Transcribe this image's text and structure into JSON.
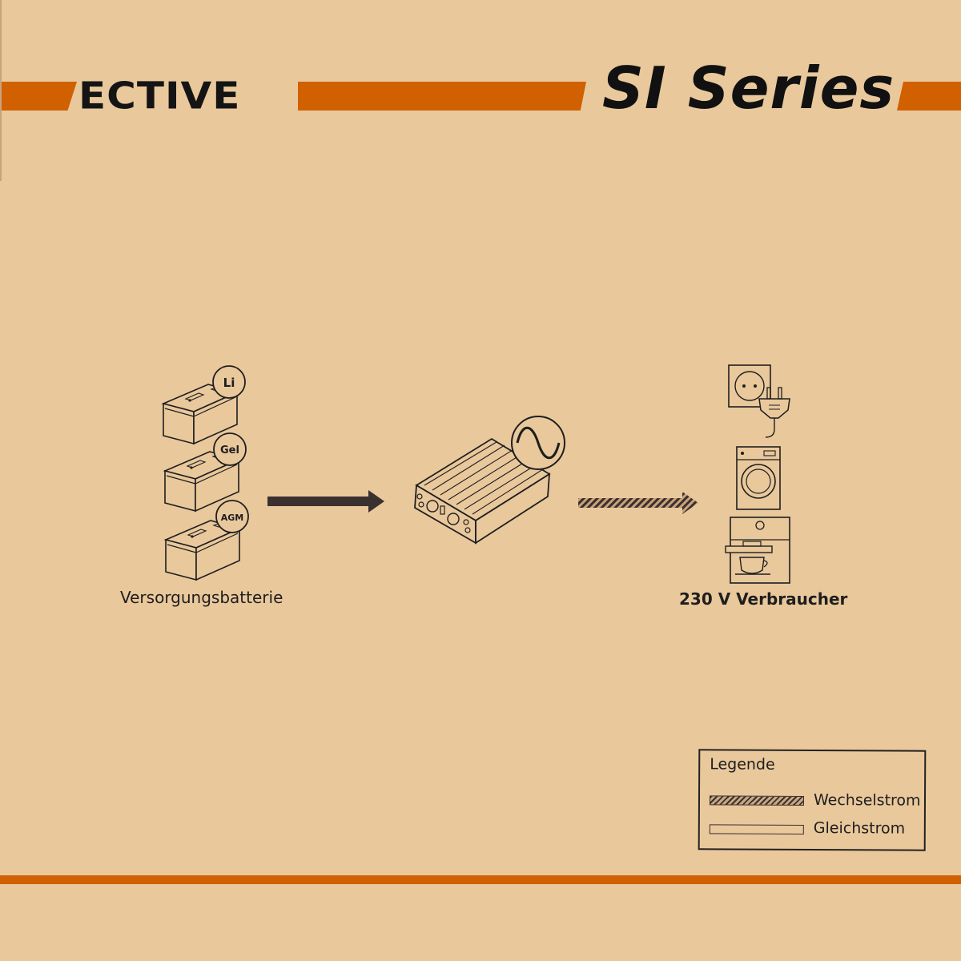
{
  "header": {
    "logo_text": "ECTIVE",
    "series_title": "SI Series"
  },
  "batteries": [
    {
      "type_label": "Li"
    },
    {
      "type_label": "Gel"
    },
    {
      "type_label": "AGM"
    }
  ],
  "labels": {
    "battery": "Versorgungsbatterie",
    "consumers": "230 V Verbraucher"
  },
  "legend": {
    "title": "Legende",
    "items": [
      {
        "label": "Wechselstrom",
        "style": "hatched"
      },
      {
        "label": "Gleichstrom",
        "style": "plain"
      }
    ]
  },
  "colors": {
    "background": "#e9c89c",
    "accent": "#d06000",
    "ink": "#1e1e1e",
    "arrow": "#3a3030"
  },
  "icons": [
    "battery-icon",
    "inverter-icon",
    "sine-wave-icon",
    "power-socket-icon",
    "plug-icon",
    "washing-machine-icon",
    "coffee-machine-icon"
  ]
}
